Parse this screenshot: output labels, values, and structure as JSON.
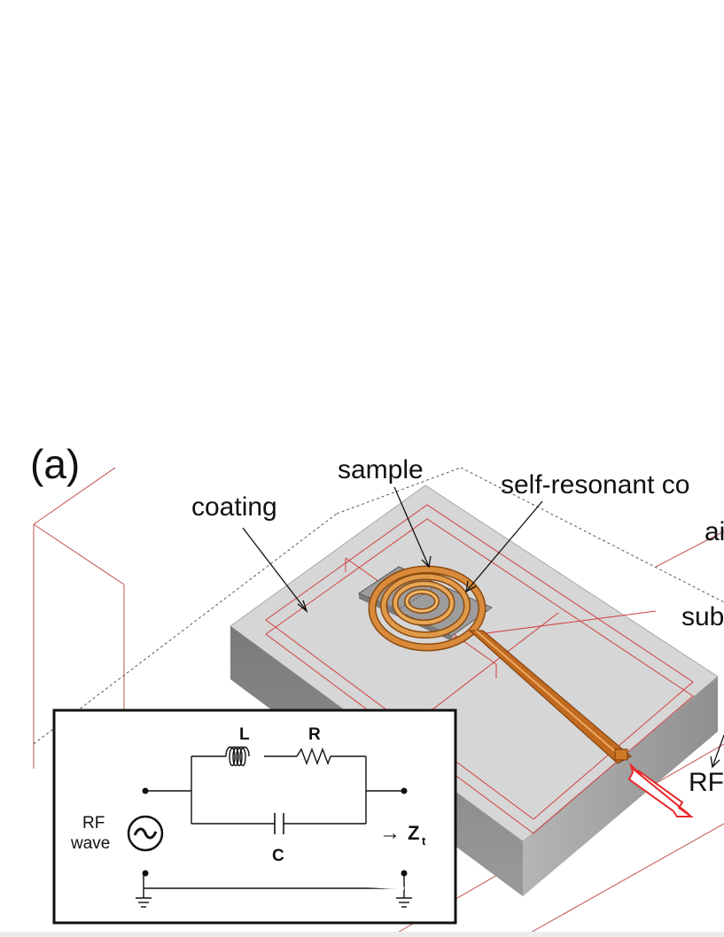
{
  "figure": {
    "panel_label": "(a)",
    "labels": {
      "coating": "coating",
      "sample": "sample",
      "coil": "self-resonant co",
      "air": "ai",
      "substrate": "sub",
      "rf": "RF"
    },
    "circuit": {
      "inductor": "L",
      "resistor": "R",
      "capacitor": "C",
      "source_line1": "RF",
      "source_line2": "wave",
      "impedance_arrow": "→",
      "impedance": "Z",
      "impedance_subscript": "t"
    },
    "colors": {
      "outline_red": "#c0504d",
      "coil_copper": "#d07a28",
      "rf_arrow_red": "#e8282a",
      "substrate_top": "#d9d9d9",
      "substrate_side": "#808080"
    }
  }
}
